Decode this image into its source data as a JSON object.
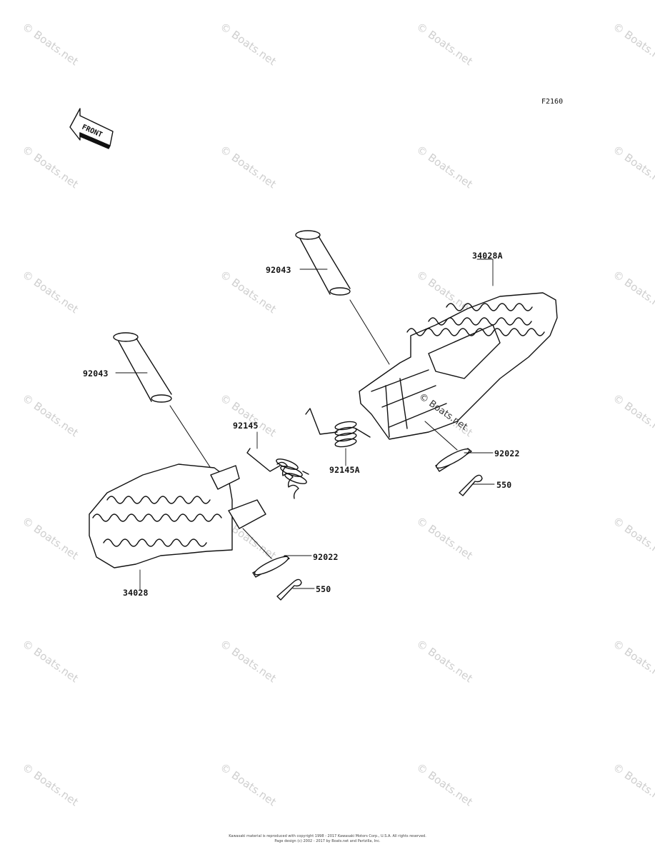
{
  "figure_code": "F2160",
  "front_label": "FRONT",
  "watermark_text": "© Boats.net",
  "parts": {
    "pin_right": "92043",
    "pin_left": "92043",
    "footpeg_right": "34028A",
    "footpeg_left": "34028",
    "spring_left": "92145",
    "spring_right": "92145A",
    "washer_right": "92022",
    "washer_left": "92022",
    "cotter_right": "550",
    "cotter_left": "550"
  },
  "footer": {
    "line1": "Kawasaki material is reproduced with copyright 1998 - 2017 Kawasaki Motors Corp., U.S.A. All rights reserved.",
    "line2": "Page design (c) 2002 - 2017 by Boats.net and Partzilla, Inc."
  },
  "colors": {
    "line": "#111111",
    "watermark": "#cfcfcf"
  }
}
